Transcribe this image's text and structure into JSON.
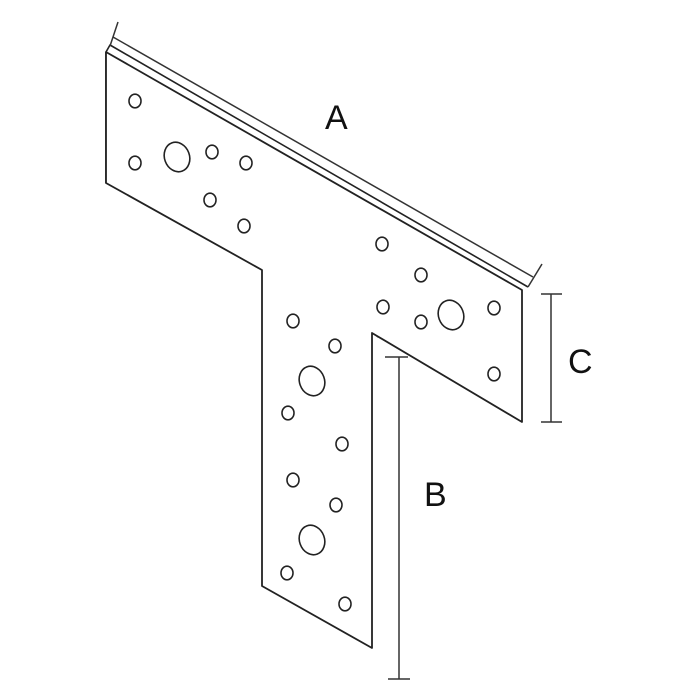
{
  "diagram": {
    "dimensions": {
      "a": "A",
      "b": "B",
      "c": "C"
    },
    "colors": {
      "stroke": "#222222",
      "dimension_line": "#333333",
      "plate_fill": "#ffffff",
      "hole_fill": "#ffffff"
    }
  }
}
